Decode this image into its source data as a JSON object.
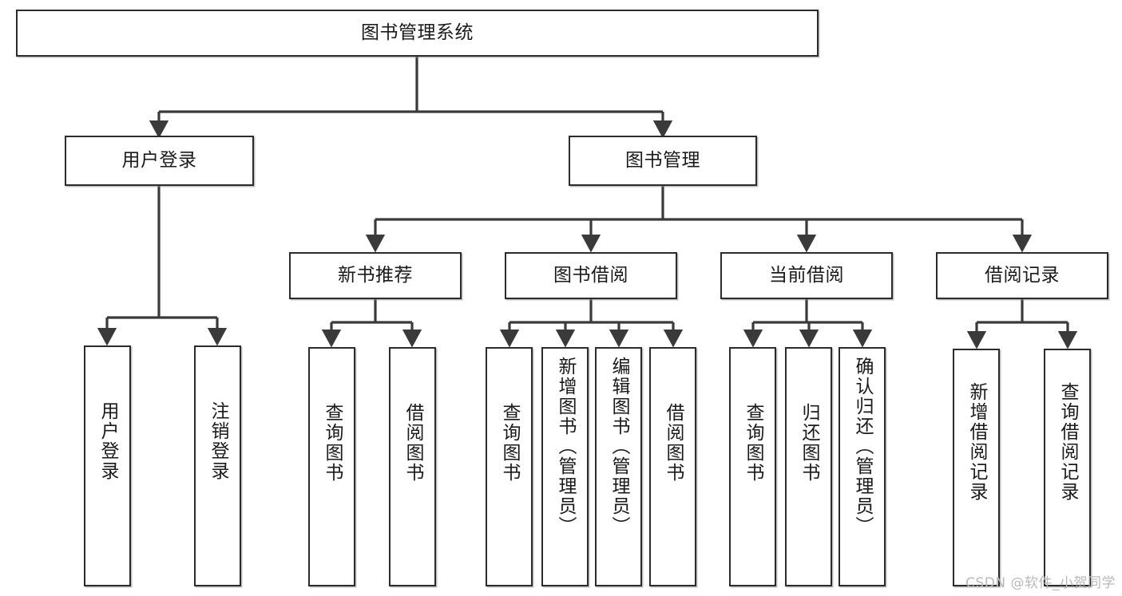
{
  "diagram": {
    "title": "图书管理系统",
    "type": "tree-hierarchy-diagram",
    "colors": {
      "box_border": "#2b2b2b",
      "box_fill": "#ffffff",
      "connector": "#3a3a3a",
      "text": "#1a1a1a",
      "watermark": "#b9b9b9"
    },
    "watermark": "CSDN @软件_小贺同学",
    "levels": {
      "root": {
        "label": "图书管理系统"
      },
      "level2": [
        {
          "label": "用户登录"
        },
        {
          "label": "图书管理"
        }
      ],
      "level3": [
        {
          "label": "新书推荐"
        },
        {
          "label": "图书借阅"
        },
        {
          "label": "当前借阅"
        },
        {
          "label": "借阅记录"
        }
      ],
      "leaves_user_login": [
        {
          "label": "用户登录"
        },
        {
          "label": "注销登录"
        }
      ],
      "leaves_new_book": [
        {
          "label": "查询图书"
        },
        {
          "label": "借阅图书"
        }
      ],
      "leaves_book_borrow": [
        {
          "label": "查询图书"
        },
        {
          "label": "新增图书（管理员）"
        },
        {
          "label": "编辑图书（管理员）"
        },
        {
          "label": "借阅图书"
        }
      ],
      "leaves_current_borrow": [
        {
          "label": "查询图书"
        },
        {
          "label": "归还图书"
        },
        {
          "label": "确认归还（管理员）"
        }
      ],
      "leaves_borrow_record": [
        {
          "label": "新增借阅记录"
        },
        {
          "label": "查询借阅记录"
        }
      ]
    }
  }
}
